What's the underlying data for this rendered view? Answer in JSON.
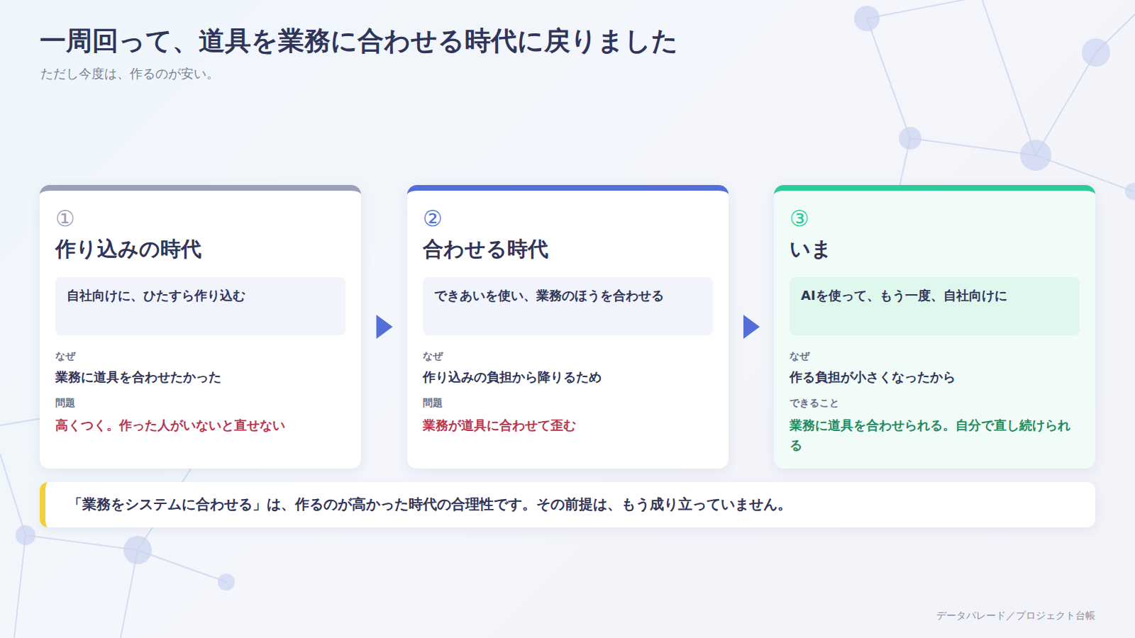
{
  "diagram": {
    "title": "一周回って、道具を業務に合わせる時代に戻りました",
    "caption": "ただし今度は、作るのが安い。",
    "nodes": [
      {
        "text": [
          "①",
          "作り込みの時代",
          "なぜ",
          "業務に道具を合わせたかった",
          "問題",
          "高くつく。作った人がいないと直せない"
        ]
      },
      {
        "text": [
          "自社向けに、ひたすら作り込む"
        ],
        "in": 0
      },
      {
        "text": [
          "②",
          "合わせる時代",
          "なぜ",
          "作り込みの負担から降りるため",
          "問題",
          "業務が道具に合わせて歪む"
        ]
      },
      {
        "text": [
          "できあいを使い、業務のほうを合わせる"
        ],
        "in": 2
      },
      {
        "text": [
          "③",
          "いま",
          "なぜ",
          "作る負担が小さくなったから",
          "できること",
          "業務に道具を合わせられる。自分で直し続けられる"
        ]
      },
      {
        "text": [
          "AIを使って、もう一度、自社向けに"
        ],
        "in": 4
      },
      {
        "text": [
          "「業務をシステムに合わせる」は、作るのが高かった時代の合理性です。その前提は、もう成り立っていません。"
        ]
      }
    ],
    "edges": [
      {
        "from": 0,
        "to": 2,
        "arrow": "to"
      },
      {
        "from": 2,
        "to": 4,
        "arrow": "to"
      }
    ],
    "labels": [
      "データパレード／プロジェクト台帳"
    ]
  }
}
